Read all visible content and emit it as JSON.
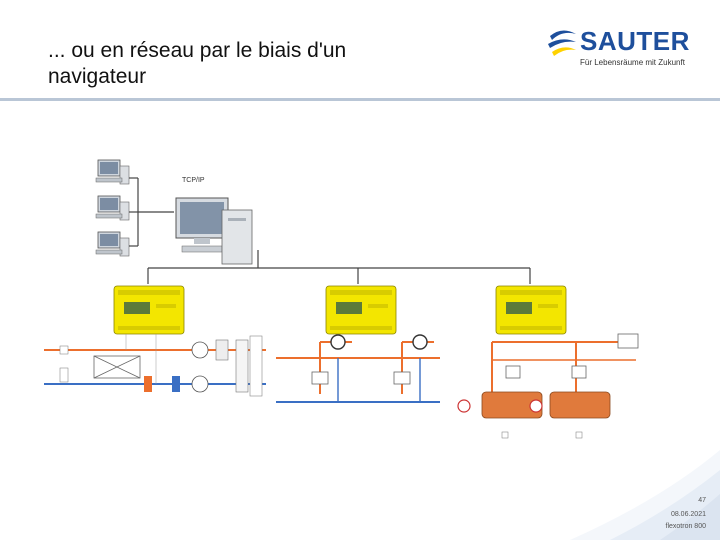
{
  "title": {
    "line1": "... ou en réseau par le biais d'un",
    "line2": "navigateur"
  },
  "logo": {
    "brand": "SAUTER",
    "tagline": "Für Lebensräume mit Zukunft"
  },
  "diagram": {
    "network_label": "TCP/IP"
  },
  "footer": {
    "page": "47",
    "date": "08.06.2021",
    "product": "flexotron 800"
  },
  "colors": {
    "brand_blue": "#1e4f9c",
    "controller_yellow": "#f3e600",
    "supply_orange": "#ec6f2d",
    "return_blue": "#3a6fc4",
    "boiler_orange": "#e07a3c",
    "accent_yellow": "#ffd200"
  }
}
